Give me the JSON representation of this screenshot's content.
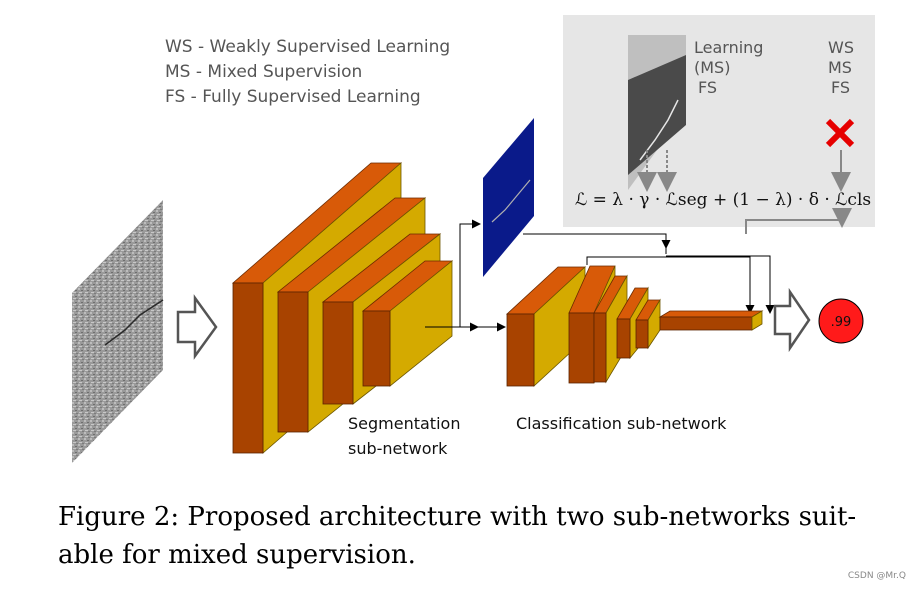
{
  "legend": {
    "ws": "WS - Weakly Supervised Learning",
    "ms": "MS - Mixed Supervision",
    "fs": "FS  - Fully Supervised Learning"
  },
  "panel": {
    "learning_label": "Learning",
    "learning_sub": "(MS)",
    "fs_short": "FS",
    "col_ws": "WS",
    "col_ms": "MS",
    "col_fs": "FS",
    "formula": "ℒ = λ · γ · ℒseg + (1 − λ) · δ · ℒcls"
  },
  "output": {
    "score": ".99"
  },
  "labels": {
    "seg_line1": "Segmentation",
    "seg_line2": "sub-network",
    "cls": "Classification sub-network"
  },
  "caption": {
    "line1": "Figure 2: Proposed architecture with two sub-networks suit-",
    "line2": "able for mixed supervision."
  },
  "watermark": "CSDN @Mr.Q",
  "colors": {
    "block_top": "#d85a08",
    "block_face": "#d4aa00",
    "block_side": "#a84300",
    "seg_mask": "#0a1a8a",
    "panel_bg": "#e6e6e6",
    "output_circle": "#ff1a1a",
    "cross": "#e60000"
  }
}
